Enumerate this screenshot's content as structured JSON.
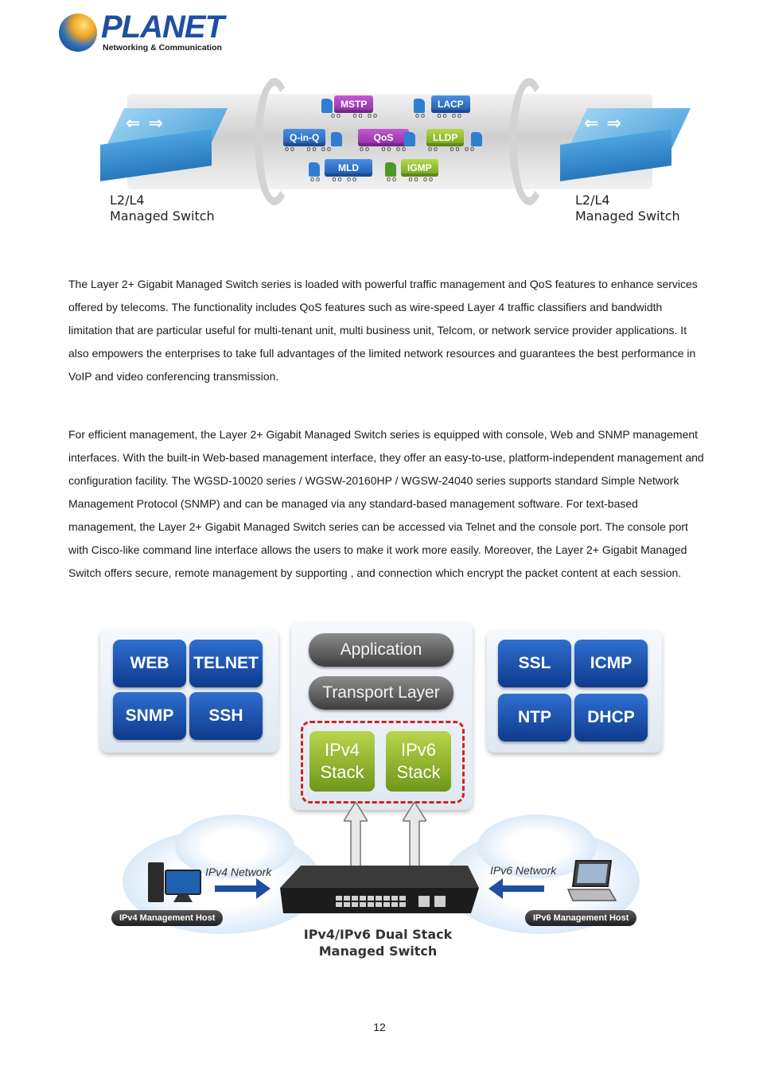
{
  "logo": {
    "wordmark": "PLANET",
    "tagline": "Networking & Communication"
  },
  "figure1": {
    "left_switch_label_l1": "L2/L4",
    "left_switch_label_l2": "Managed Switch",
    "right_switch_label_l1": "L2/L4",
    "right_switch_label_l2": "Managed Switch",
    "trucks": [
      "MSTP",
      "LACP",
      "Q-in-Q",
      "QoS",
      "LLDP",
      "MLD",
      "IGMP"
    ]
  },
  "paragraphs": {
    "p1": "The Layer 2+ Gigabit Managed Switch series is loaded with powerful traffic management and QoS features to enhance services offered by telecoms. The functionality includes QoS features such as wire-speed Layer 4 traffic classifiers and bandwidth limitation that are particular useful for multi-tenant unit, multi business unit, Telcom, or network service provider applications. It also empowers the enterprises to take full advantages of the limited network resources and guarantees the best performance in VoIP and video conferencing transmission.",
    "p2": "For efficient management, the Layer 2+ Gigabit Managed Switch series is equipped with console, Web and SNMP management interfaces. With the built-in Web-based management interface, they offer an easy-to-use, platform-independent management and configuration facility. The WGSD-10020 series / WGSW-20160HP / WGSW-24040 series supports standard Simple Network Management Protocol (SNMP) and can be managed via any standard-based management software. For text-based management, the Layer 2+ Gigabit Managed Switch series can be accessed via Telnet and the console port. The console port with Cisco-like command line interface allows the users to make it work more easily. Moreover, the Layer 2+ Gigabit Managed Switch offers secure, remote management by supporting        ,          and              connection which encrypt the packet content at each session."
  },
  "figure2": {
    "left_protocols": [
      "WEB",
      "TELNET",
      "SNMP",
      "SSH"
    ],
    "right_protocols": [
      "SSL",
      "ICMP",
      "NTP",
      "DHCP"
    ],
    "layer_application": "Application",
    "layer_transport": "Transport Layer",
    "ipv4_stack_l1": "IPv4",
    "ipv4_stack_l2": "Stack",
    "ipv6_stack_l1": "IPv6",
    "ipv6_stack_l2": "Stack",
    "ipv4_network": "IPv4 Network",
    "ipv6_network": "IPv6 Network",
    "ipv4_host": "IPv4 Management Host",
    "ipv6_host": "IPv6 Management Host",
    "switch_label_l1": "IPv4/IPv6 Dual Stack",
    "switch_label_l2": "Managed Switch"
  },
  "page_number": "12"
}
